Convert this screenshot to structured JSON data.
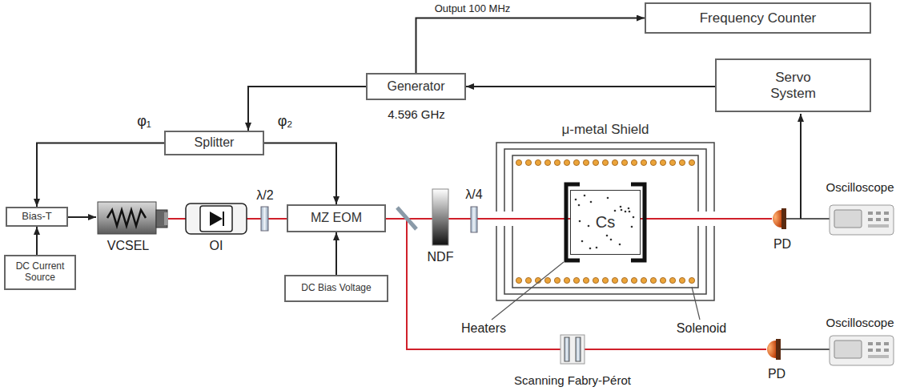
{
  "diagram": {
    "nodes": [
      {
        "text": [
          "Frequency Counter"
        ]
      },
      {
        "text": [
          "Servo System"
        ]
      },
      {
        "text": [
          "Generator"
        ]
      },
      {
        "text": [
          "Splitter"
        ]
      },
      {
        "text": [
          "Bias-T"
        ]
      },
      {
        "text": [
          "DC Current Source"
        ]
      },
      {
        "text": [
          "MZ EOM"
        ]
      },
      {
        "text": [
          "DC Bias Voltage"
        ]
      },
      {
        "text": [
          "μ-metal Shield"
        ]
      },
      {
        "text": [
          "Cs"
        ],
        "in": 8
      }
    ],
    "edges": [
      {
        "from": 2,
        "to": 0,
        "arrow": "to",
        "label": "Output 100 MHz"
      },
      {
        "from": 1,
        "to": 2,
        "arrow": "to"
      },
      {
        "from": 2,
        "to": 3,
        "arrow": "to"
      },
      {
        "from": 3,
        "to": 4,
        "arrow": "to",
        "label": "φ₁"
      },
      {
        "from": 3,
        "to": 6,
        "arrow": "to",
        "label": "φ₂"
      },
      {
        "from": 5,
        "to": 4,
        "arrow": "to"
      },
      {
        "from": 7,
        "to": 6,
        "arrow": "to"
      }
    ],
    "labels": [
      "4.596 GHz",
      "VCSEL",
      "OI",
      "λ/2",
      "NDF",
      "λ/4",
      "Heaters",
      "Solenoid",
      "PD",
      "Oscilloscope",
      "Scanning Fabry-Pérot",
      "PD",
      "Oscilloscope"
    ]
  }
}
